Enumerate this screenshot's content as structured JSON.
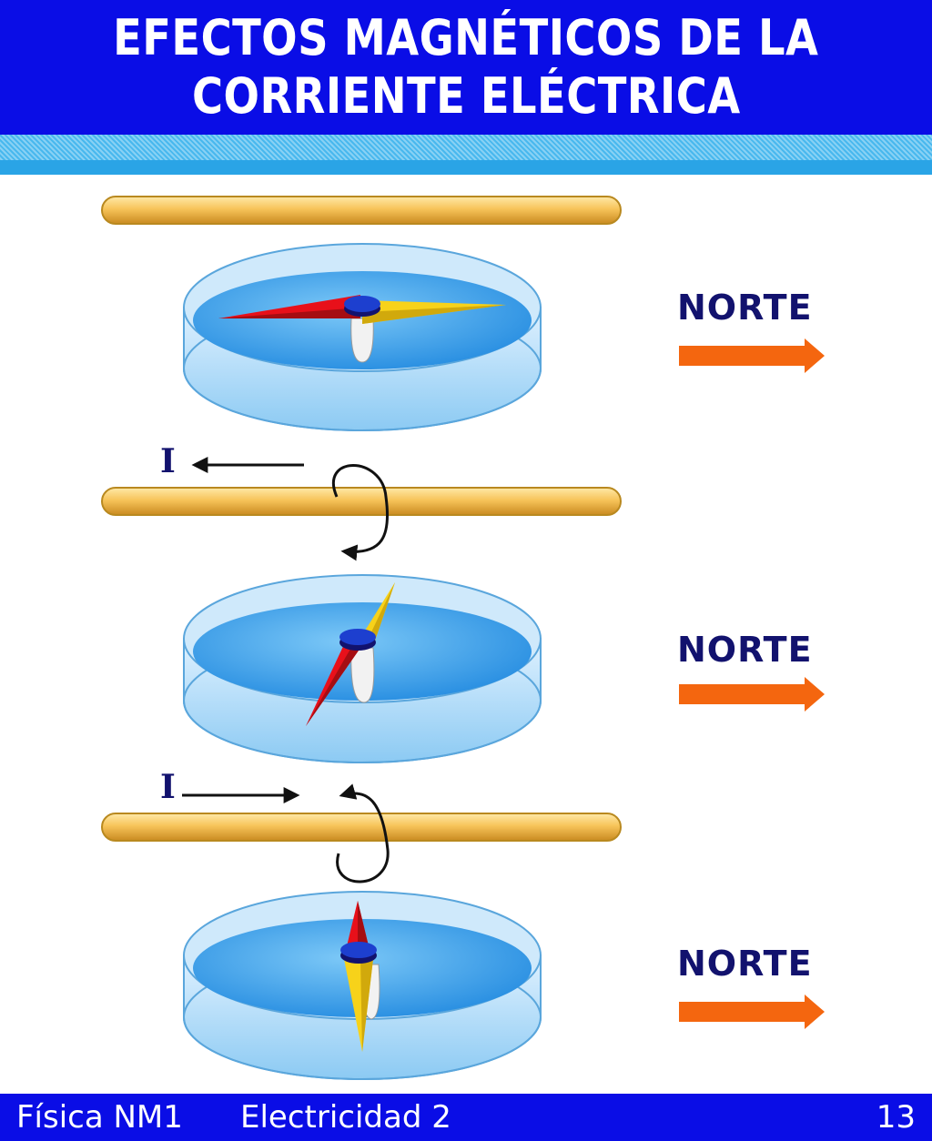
{
  "header": {
    "title_line1": "EFECTOS MAGNÉTICOS DE LA",
    "title_line2": "CORRIENTE ELÉCTRICA"
  },
  "panels": [
    {
      "direction_label": "NORTE",
      "current_label": "",
      "needle": "aligned-north"
    },
    {
      "direction_label": "NORTE",
      "current_label": "I",
      "current_direction": "left",
      "needle": "deflected"
    },
    {
      "direction_label": "NORTE",
      "current_label": "I",
      "current_direction": "right",
      "needle": "deflected-opposite"
    }
  ],
  "colors": {
    "header_bg": "#0a0de6",
    "band": "#48b8ee",
    "wire": "#f7c45a",
    "water": "#2b9be8",
    "needle_north": "#e8101a",
    "needle_south": "#f7d21a",
    "arrow": "#f4660f",
    "label": "#12126e"
  },
  "footer": {
    "course": "Física NM1",
    "topic": "Electricidad 2",
    "page_number": "13"
  }
}
